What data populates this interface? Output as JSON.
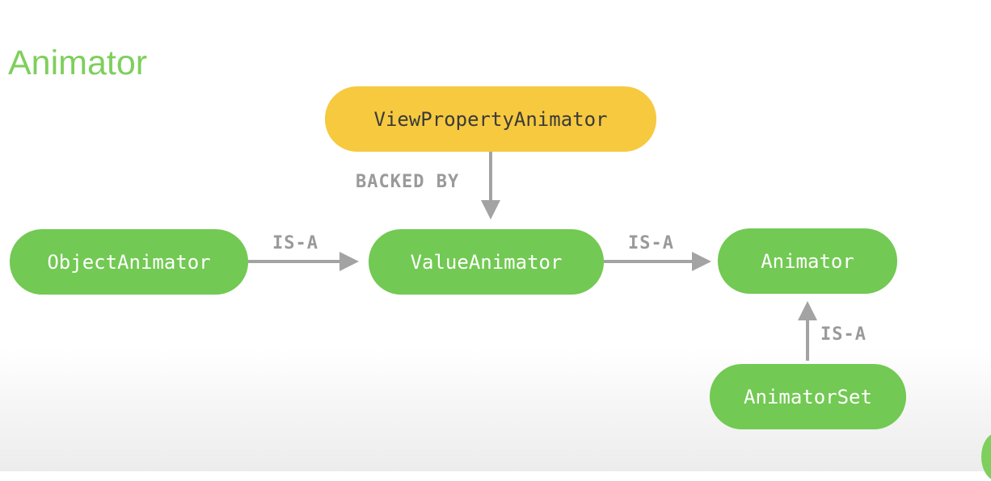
{
  "title": "Animator",
  "nodes": {
    "view_property_animator": "ViewPropertyAnimator",
    "object_animator": "ObjectAnimator",
    "value_animator": "ValueAnimator",
    "animator": "Animator",
    "animator_set": "AnimatorSet"
  },
  "edges": {
    "backed_by": "BACKED BY",
    "is_a_object_value": "IS-A",
    "is_a_value_animator": "IS-A",
    "is_a_set_animator": "IS-A"
  },
  "colors": {
    "green": "#72c953",
    "yellow": "#f6c93f",
    "arrow": "#a3a3a3",
    "title": "#7ecf5c"
  }
}
